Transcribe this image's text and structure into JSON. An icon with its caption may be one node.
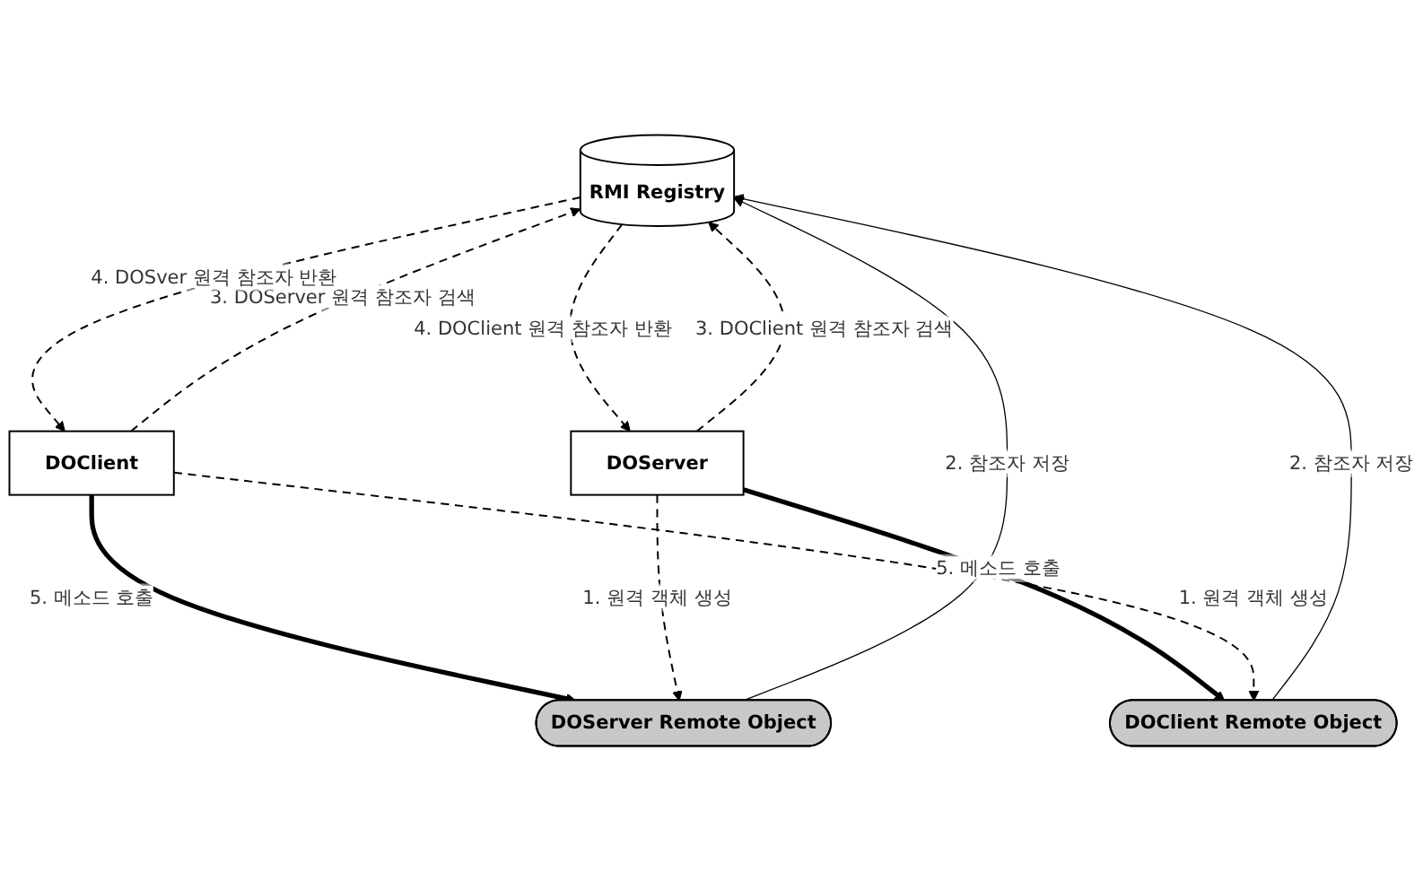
{
  "diagram": {
    "nodes": [
      {
        "text": [
          "RMI Registry"
        ]
      },
      {
        "text": [
          "DOClient"
        ]
      },
      {
        "text": [
          "DOServer"
        ]
      },
      {
        "text": [
          "DOClient Remote Object"
        ]
      },
      {
        "text": [
          "DOServer Remote Object"
        ]
      }
    ],
    "edges": [
      {
        "from": 1,
        "to": 0,
        "arrow": "to",
        "style": "dashed",
        "label": "3. DOServer 원격 참조자 검색"
      },
      {
        "from": 0,
        "to": 1,
        "arrow": "to",
        "style": "dashed",
        "label": "4. DOSver 원격 참조자 반환"
      },
      {
        "from": 2,
        "to": 0,
        "arrow": "to",
        "style": "dashed",
        "label": "3. DOClient 원격 참조자 검색"
      },
      {
        "from": 0,
        "to": 2,
        "arrow": "to",
        "style": "dashed",
        "label": "4. DOClient 원격 참조자 반환"
      },
      {
        "from": 1,
        "to": 4,
        "arrow": "to",
        "style": "thick",
        "label": "5. 메소드 호출"
      },
      {
        "from": 2,
        "to": 3,
        "arrow": "to",
        "style": "thick",
        "label": "5. 메소드 호출"
      },
      {
        "from": 1,
        "to": 3,
        "arrow": "to",
        "style": "dashed",
        "label": "1. 원격 객체 생성"
      },
      {
        "from": 3,
        "to": 0,
        "arrow": "to",
        "label": "2. 참조자 저장"
      },
      {
        "from": 4,
        "to": 0,
        "arrow": "to",
        "label": "2. 참조자 저장"
      },
      {
        "from": 2,
        "to": 4,
        "arrow": "to",
        "style": "dashed",
        "label": "1. 원격 객체 생성"
      }
    ]
  }
}
